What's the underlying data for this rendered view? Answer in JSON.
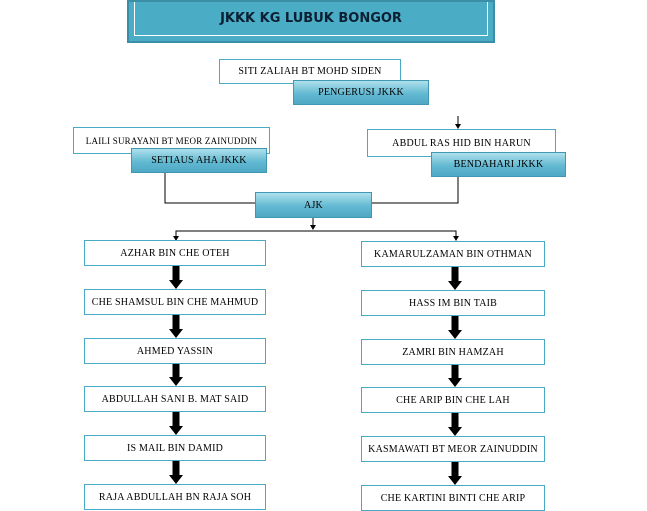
{
  "title": "JKKK KG LUBUK BONGOR",
  "chairman": {
    "name": "SITI ZALIAH BT MOHD SIDEN",
    "role": "PENGERUSI JKKK"
  },
  "secretary": {
    "name": "LAILI SURAYANI BT MEOR ZAINUDDIN",
    "role": "SETIAUS AHA JKKK"
  },
  "treasurer": {
    "name": "ABDUL RAS HID BIN HARUN",
    "role": "BENDAHARI JKKK"
  },
  "committee_label": "AJK",
  "committee_left": [
    "AZHAR BIN CHE OTEH",
    "CHE SHAMSUL BIN CHE MAHMUD",
    "AHMED YASSIN",
    "ABDULLAH SANI B. MAT SAID",
    "IS MAIL BIN DAMID",
    "RAJA ABDULLAH BN RAJA SOH"
  ],
  "committee_right": [
    "KAMARULZAMAN BIN OTHMAN",
    "HASS IM BIN TAIB",
    "ZAMRI BIN HAMZAH",
    "CHE ARIP BIN CHE LAH",
    "KASMAWATI BT MEOR ZAINUDDIN",
    "CHE KARTINI BINTI CHE ARIP"
  ],
  "colors": {
    "accent": "#4bacc6",
    "border": "#4aa9c4",
    "line": "#000000"
  }
}
